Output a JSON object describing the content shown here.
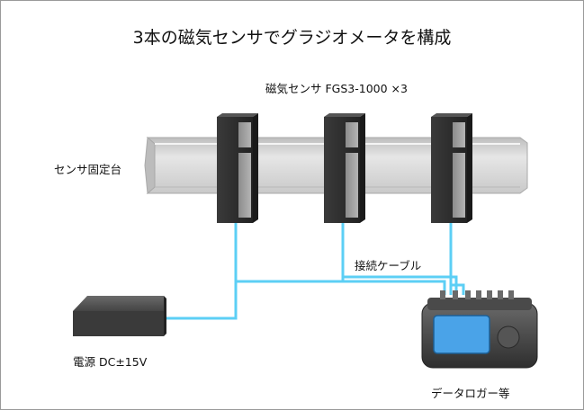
{
  "title": "3本の磁気センサでグラジオメータを構成",
  "labels": {
    "sensors": "磁気センサ FGS3-1000 ×3",
    "mount": "センサ固定台",
    "cable": "接続ケーブル",
    "power": "電源 DC±15V",
    "logger": "データロガー等"
  },
  "colors": {
    "cable": "#5ccff5",
    "sensor_body": "#2e2e2e",
    "sensor_face": "#a8a8a8",
    "mount": "#d6d6d6",
    "logger_screen": "#4aa3e8",
    "psu": "#3a3a3a"
  }
}
